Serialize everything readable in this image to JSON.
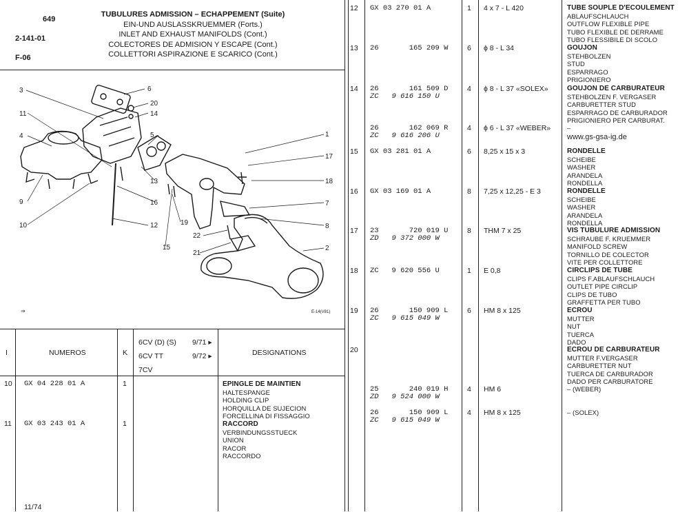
{
  "header": {
    "page_no": "649",
    "ref": "2-141-01",
    "code": "F-06",
    "titles": [
      "TUBULURES ADMISSION – ECHAPPEMENT (Suite)",
      "EIN-UND AUSLASSKRUEMMER (Forts.)",
      "INLET AND EXHAUST MANIFOLDS (Cont.)",
      "COLECTORES DE ADMISION Y ESCAPE (Cont.)",
      "COLLETTORI ASPIRAZIONE E SCARICO (Cont.)"
    ]
  },
  "diagram": {
    "callouts": [
      "3",
      "6",
      "20",
      "14",
      "11",
      "5",
      "1",
      "4",
      "17",
      "13",
      "18",
      "9",
      "7",
      "16",
      "12",
      "19",
      "8",
      "10",
      "22",
      "15",
      "21",
      "2"
    ],
    "ref_code": "E-14(V81)"
  },
  "table_header": {
    "col_i": "I",
    "col_numeros": "NUMEROS",
    "col_k": "K",
    "models": [
      "6CV (D) (S)",
      "6CV TT",
      "7CV"
    ],
    "dates": [
      "9/71 ▸",
      "9/72 ▸"
    ],
    "col_designations": "DESIGNATIONS"
  },
  "left_rows": [
    {
      "i": "10",
      "num": "GX 04 228 01 A",
      "k": "1",
      "title": "EPINGLE DE MAINTIEN",
      "langs": [
        "HALTESPANGE",
        "HOLDING CLIP",
        "HORQUILLA DE SUJECION",
        "FORCELLINA DI FISSAGGIO"
      ]
    },
    {
      "i": "11",
      "num": "GX 03 243 01 A",
      "k": "1",
      "title": "RACCORD",
      "langs": [
        "VERBINDUNGSSTUECK",
        "UNION",
        "RACOR",
        "RACCORDO"
      ]
    }
  ],
  "footer_date": "11/74",
  "right_rows": [
    {
      "i": "12",
      "num": [
        "GX 03 270 01 A"
      ],
      "k": [
        "1"
      ],
      "dim": [
        "4 x 7 - L 420"
      ],
      "title": "TUBE SOUPLE D'ECOULEMENT",
      "langs": [
        "ABLAUFSCHLAUCH",
        "OUTFLOW FLEXIBLE PIPE",
        "TUBO FLEXIBLE DE DERRAME",
        "TUBO FLESSIBILE DI SCOLO"
      ]
    },
    {
      "i": "13",
      "num": [
        "26       165 209 W"
      ],
      "k": [
        "6"
      ],
      "dim": [
        "ϕ 8 - L 34"
      ],
      "title": "GOUJON",
      "langs": [
        "STEHBOLZEN",
        "STUD",
        "ESPARRAGO",
        "PRIGIONIERO"
      ]
    },
    {
      "i": "14",
      "num": [
        "26       161 509 D",
        "ZC   9 616 150 U"
      ],
      "k": [
        "4"
      ],
      "dim": [
        "ϕ 8 - L 37 «SOLEX»"
      ],
      "title": "GOUJON DE CARBURATEUR",
      "langs": [
        "STEHBOLZEN F. VERGASER",
        "CARBURETTER STUD",
        "ESPARRAGO DE CARBURADOR",
        "PRIGIONIERO PER CARBURAT."
      ]
    },
    {
      "i": "",
      "num": [
        "26       162 069 R",
        "ZC   9 616 206 U"
      ],
      "k": [
        "4"
      ],
      "dim": [
        "ϕ 6 - L 37 «WEBER»"
      ],
      "title": "",
      "langs": [
        "–"
      ]
    },
    {
      "i": "15",
      "num": [
        "GX 03 281 01 A"
      ],
      "k": [
        "6"
      ],
      "dim": [
        "8,25 x 15 x 3"
      ],
      "title": "RONDELLE",
      "langs": [
        "SCHEIBE",
        "WASHER",
        "ARANDELA",
        "RONDELLA"
      ]
    },
    {
      "i": "16",
      "num": [
        "GX 03 169 01 A"
      ],
      "k": [
        "8"
      ],
      "dim": [
        "7,25 x 12,25 - E 3"
      ],
      "title": "RONDELLE",
      "langs": [
        "SCHEIBE",
        "WASHER",
        "ARANDELA",
        "RONDELLA"
      ]
    },
    {
      "i": "17",
      "num": [
        "23       720 019 U",
        "ZD   9 372 000 W"
      ],
      "k": [
        "8"
      ],
      "dim": [
        "THM 7 x 25"
      ],
      "title": "VIS TUBULURE ADMISSION",
      "langs": [
        "SCHRAUBE F. KRUEMMER",
        "MANIFOLD SCREW",
        "TORNILLO DE COLECTOR",
        "VITE PER COLLETTORE"
      ]
    },
    {
      "i": "18",
      "num": [
        "ZC   9 620 556 U"
      ],
      "k": [
        "1"
      ],
      "dim": [
        "E 0,8"
      ],
      "title": "CIRCLIPS DE TUBE",
      "langs": [
        "CLIPS F.ABLAUFSCHLAUCH",
        "OUTLET PIPE CIRCLIP",
        "CLIPS DE TUBO",
        "GRAFFETTA PER TUBO"
      ]
    },
    {
      "i": "19",
      "num": [
        "26       150 909 L",
        "ZC   9 615 049 W"
      ],
      "k": [
        "6"
      ],
      "dim": [
        "HM 8 x 125"
      ],
      "title": "ECROU",
      "langs": [
        "MUTTER",
        "NUT",
        "TUERCA",
        "DADO"
      ]
    },
    {
      "i": "20",
      "num": [],
      "k": [],
      "dim": [],
      "title": "ECROU DE CARBURATEUR",
      "langs": [
        "MUTTER F.VERGASER",
        "CARBURETTER NUT",
        "TUERCA DE CARBURADOR",
        "DADO PER CARBURATORE"
      ]
    },
    {
      "i": "",
      "num": [
        "25       240 019 H",
        "ZD   9 524 000 W"
      ],
      "k": [
        "4"
      ],
      "dim": [
        "HM 6"
      ],
      "title": "",
      "langs": [
        "– (WEBER)"
      ]
    },
    {
      "i": "",
      "num": [
        "26       150 909 L",
        "ZC   9 615 049 W"
      ],
      "k": [
        "4"
      ],
      "dim": [
        "HM 8 x 125"
      ],
      "title": "",
      "langs": [
        "– (SOLEX)"
      ]
    }
  ],
  "watermark": "www.gs-gsa-ig.de"
}
